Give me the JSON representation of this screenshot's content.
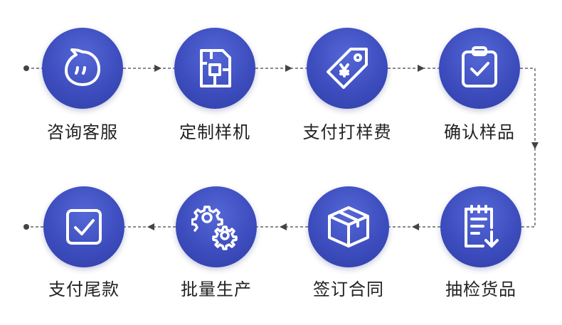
{
  "colors": {
    "circle": "#3d4dbe",
    "connector": "#444444",
    "label": "#222222"
  },
  "steps": [
    {
      "label": "咨询客服",
      "icon": "chat-bubble-icon"
    },
    {
      "label": "定制样机",
      "icon": "floor-plan-icon"
    },
    {
      "label": "支付打样费",
      "icon": "price-tag-icon"
    },
    {
      "label": "确认样品",
      "icon": "clipboard-check-icon"
    },
    {
      "label": "抽检货品",
      "icon": "checklist-download-icon"
    },
    {
      "label": "签订合同",
      "icon": "package-box-icon"
    },
    {
      "label": "批量生产",
      "icon": "gears-icon"
    },
    {
      "label": "支付尾款",
      "icon": "checkbox-icon"
    }
  ]
}
